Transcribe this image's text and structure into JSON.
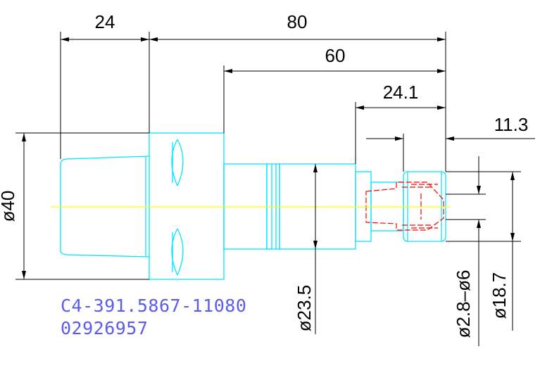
{
  "dimensions": {
    "d24": "24",
    "d80": "80",
    "d60": "60",
    "d24_1": "24.1",
    "d11_3": "11.3",
    "dia40": "ø40",
    "dia23_5": "ø23.5",
    "dia2_8_6": "ø2.8–ø6",
    "dia18_7": "ø18.7"
  },
  "part": {
    "code": "C4-391.5867-11080",
    "number": "02926957"
  },
  "colors": {
    "outline": "#00e5ff",
    "centerline": "#ffff00",
    "collet": "#ff0000",
    "text": "#5b5bf0",
    "dimension": "#000000"
  }
}
